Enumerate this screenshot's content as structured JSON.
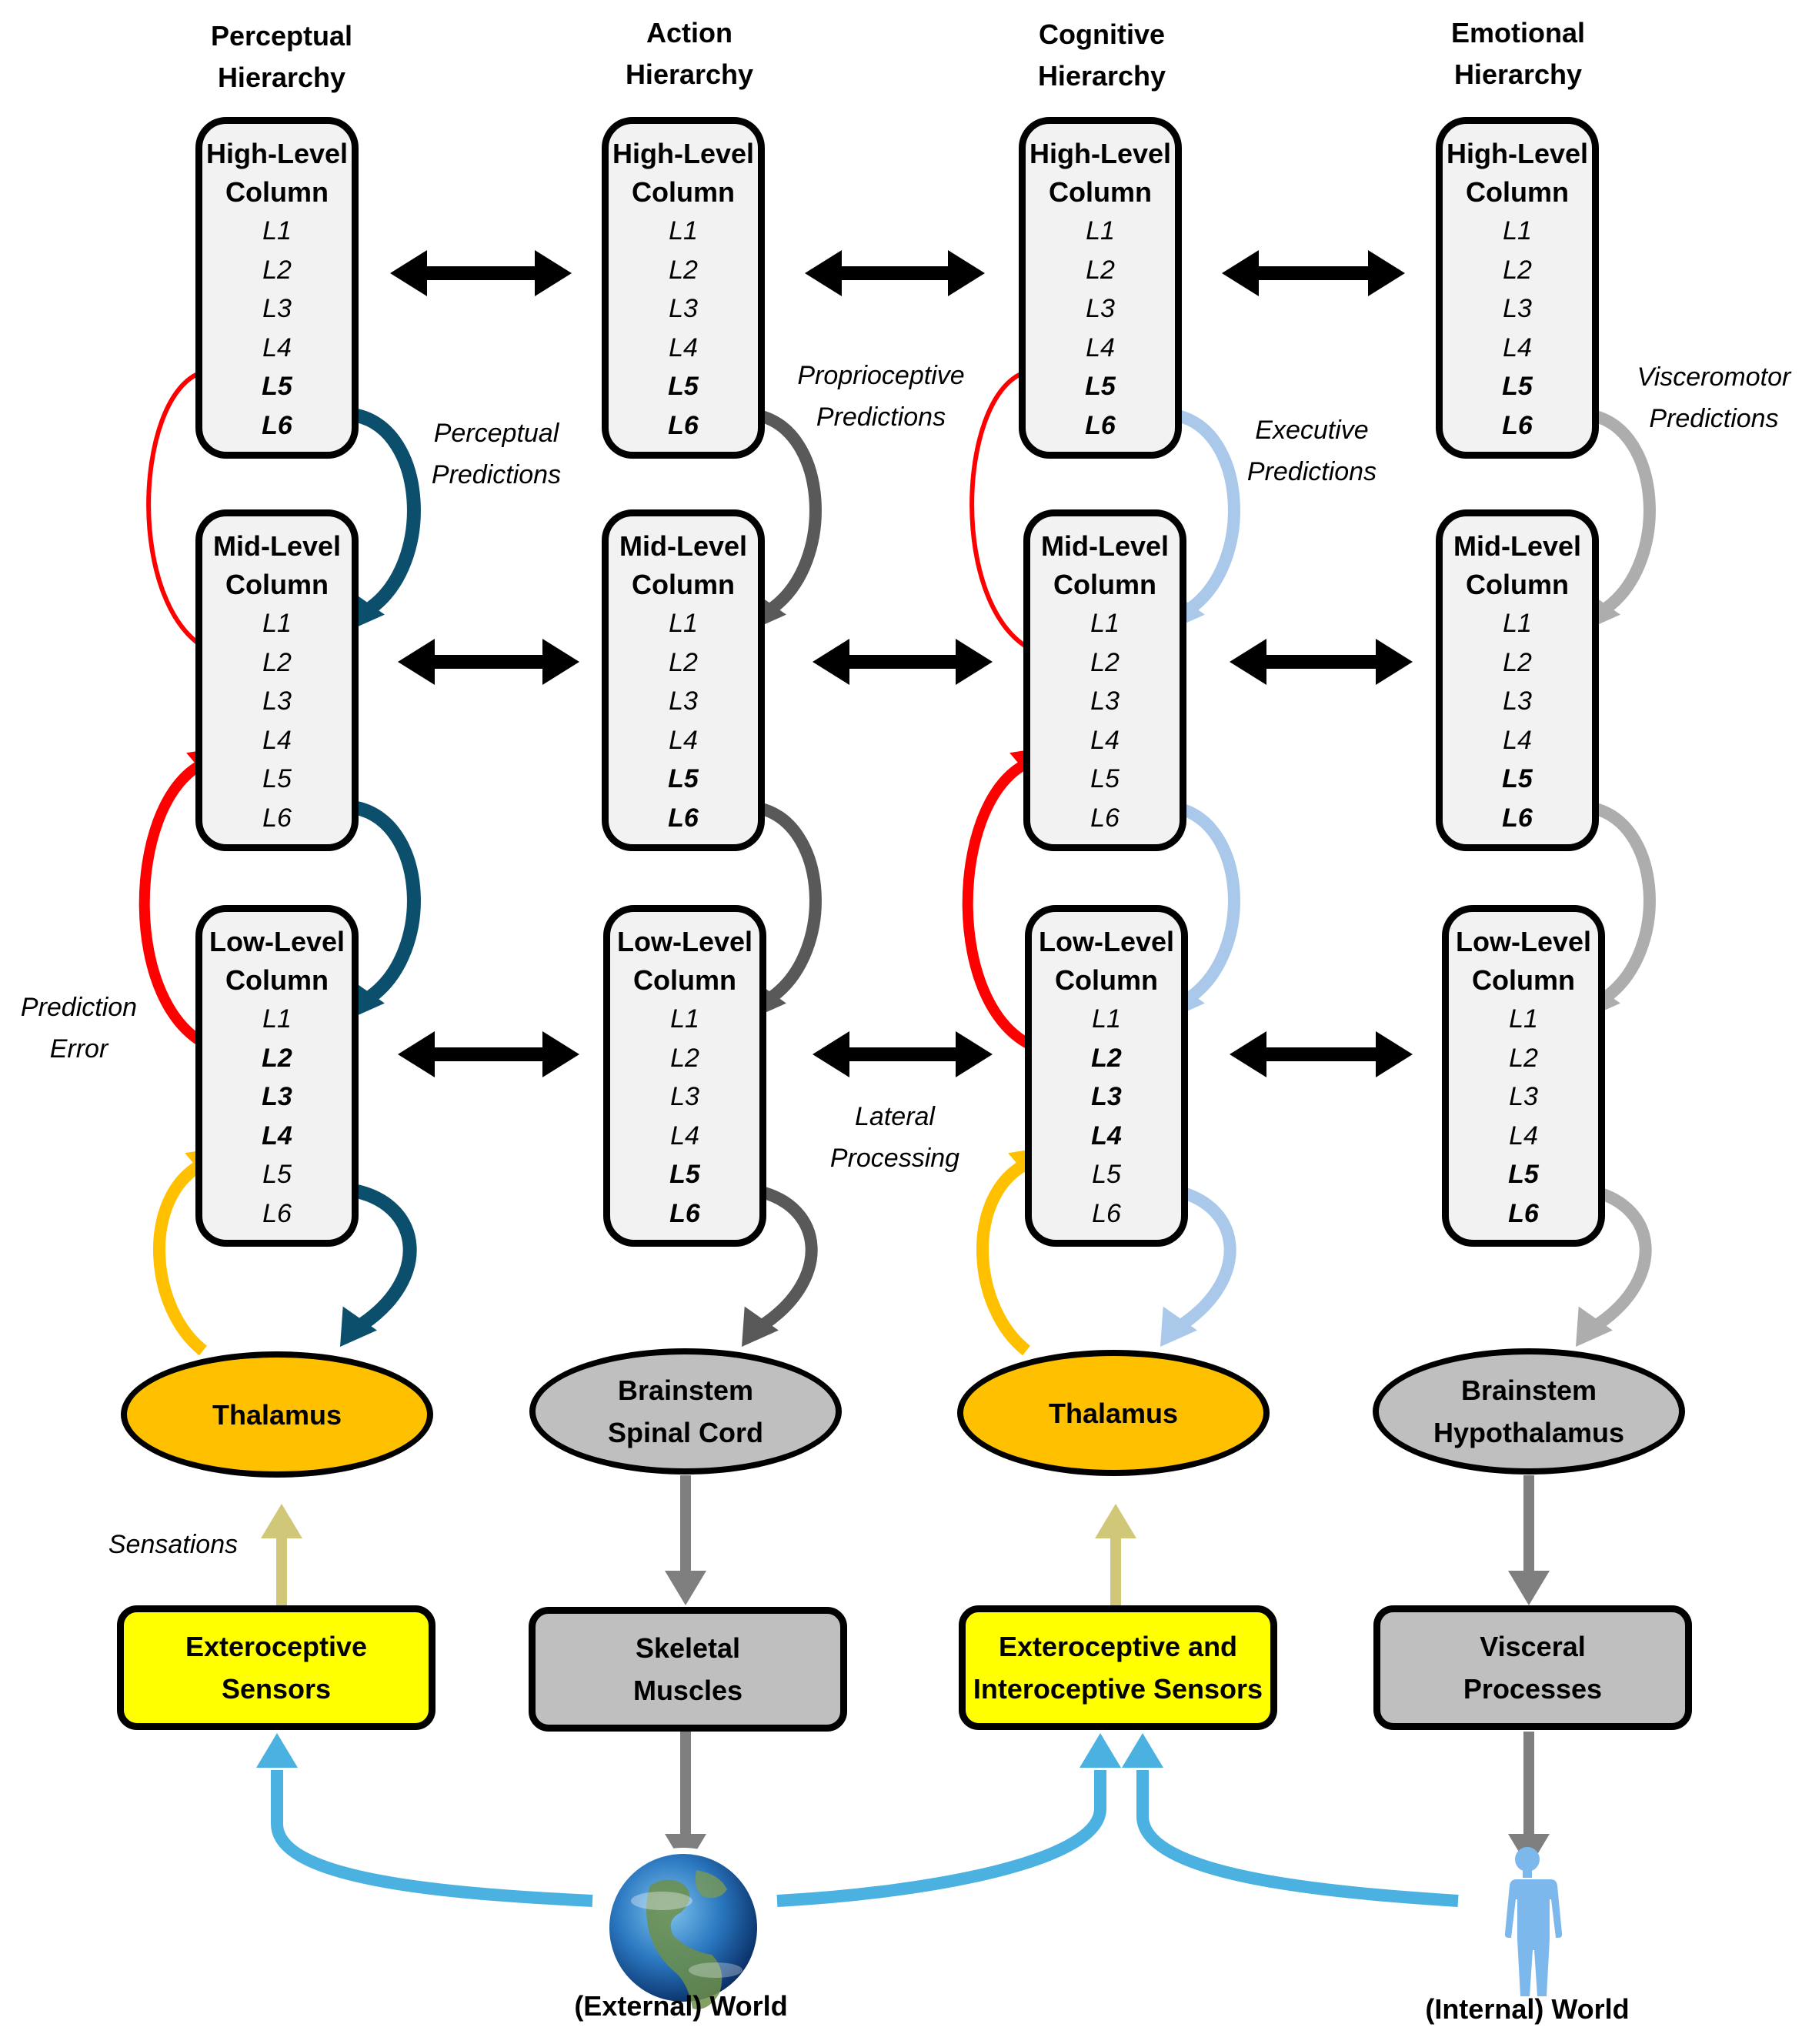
{
  "colors": {
    "perceptual_prediction": "#0b4f6c",
    "action_prediction": "#595959",
    "cognitive_prediction": "#a9c8ea",
    "emotional_prediction": "#adadad",
    "prediction_error": "#ff0000",
    "thalamic_input": "#ffc000",
    "sensation": "#d0c878",
    "world_input": "#4ab1e0",
    "motor_output": "#7f7f7f",
    "thalamus_fill": "#ffc000",
    "brainstem_fill": "#bfbfbf",
    "sensor_fill": "#ffff00",
    "effector_fill": "#bfbfbf",
    "column_fill": "#f2f2f2"
  },
  "hierarchies": [
    {
      "title_line1": "Perceptual",
      "title_line2": "Hierarchy",
      "columns": [
        {
          "title_line1": "High-Level",
          "title_line2": "Column",
          "layers": [
            {
              "label": "L1",
              "bold": false
            },
            {
              "label": "L2",
              "bold": false
            },
            {
              "label": "L3",
              "bold": false
            },
            {
              "label": "L4",
              "bold": false
            },
            {
              "label": "L5",
              "bold": true
            },
            {
              "label": "L6",
              "bold": true
            }
          ]
        },
        {
          "title_line1": "Mid-Level",
          "title_line2": "Column",
          "layers": [
            {
              "label": "L1",
              "bold": false
            },
            {
              "label": "L2",
              "bold": false
            },
            {
              "label": "L3",
              "bold": false
            },
            {
              "label": "L4",
              "bold": false
            },
            {
              "label": "L5",
              "bold": false
            },
            {
              "label": "L6",
              "bold": false
            }
          ]
        },
        {
          "title_line1": "Low-Level",
          "title_line2": "Column",
          "layers": [
            {
              "label": "L1",
              "bold": false
            },
            {
              "label": "L2",
              "bold": true
            },
            {
              "label": "L3",
              "bold": true
            },
            {
              "label": "L4",
              "bold": true
            },
            {
              "label": "L5",
              "bold": false
            },
            {
              "label": "L6",
              "bold": false
            }
          ]
        }
      ],
      "relay": {
        "line1": "Thalamus",
        "line2": ""
      },
      "periphery": {
        "line1": "Exteroceptive",
        "line2": "Sensors"
      }
    },
    {
      "title_line1": "Action",
      "title_line2": "Hierarchy",
      "columns": [
        {
          "title_line1": "High-Level",
          "title_line2": "Column",
          "layers": [
            {
              "label": "L1",
              "bold": false
            },
            {
              "label": "L2",
              "bold": false
            },
            {
              "label": "L3",
              "bold": false
            },
            {
              "label": "L4",
              "bold": false
            },
            {
              "label": "L5",
              "bold": true
            },
            {
              "label": "L6",
              "bold": true
            }
          ]
        },
        {
          "title_line1": "Mid-Level",
          "title_line2": "Column",
          "layers": [
            {
              "label": "L1",
              "bold": false
            },
            {
              "label": "L2",
              "bold": false
            },
            {
              "label": "L3",
              "bold": false
            },
            {
              "label": "L4",
              "bold": false
            },
            {
              "label": "L5",
              "bold": true
            },
            {
              "label": "L6",
              "bold": true
            }
          ]
        },
        {
          "title_line1": "Low-Level",
          "title_line2": "Column",
          "layers": [
            {
              "label": "L1",
              "bold": false
            },
            {
              "label": "L2",
              "bold": false
            },
            {
              "label": "L3",
              "bold": false
            },
            {
              "label": "L4",
              "bold": false
            },
            {
              "label": "L5",
              "bold": true
            },
            {
              "label": "L6",
              "bold": true
            }
          ]
        }
      ],
      "relay": {
        "line1": "Brainstem",
        "line2": "Spinal Cord"
      },
      "periphery": {
        "line1": "Skeletal",
        "line2": "Muscles"
      }
    },
    {
      "title_line1": "Cognitive",
      "title_line2": "Hierarchy",
      "columns": [
        {
          "title_line1": "High-Level",
          "title_line2": "Column",
          "layers": [
            {
              "label": "L1",
              "bold": false
            },
            {
              "label": "L2",
              "bold": false
            },
            {
              "label": "L3",
              "bold": false
            },
            {
              "label": "L4",
              "bold": false
            },
            {
              "label": "L5",
              "bold": true
            },
            {
              "label": "L6",
              "bold": true
            }
          ]
        },
        {
          "title_line1": "Mid-Level",
          "title_line2": "Column",
          "layers": [
            {
              "label": "L1",
              "bold": false
            },
            {
              "label": "L2",
              "bold": false
            },
            {
              "label": "L3",
              "bold": false
            },
            {
              "label": "L4",
              "bold": false
            },
            {
              "label": "L5",
              "bold": false
            },
            {
              "label": "L6",
              "bold": false
            }
          ]
        },
        {
          "title_line1": "Low-Level",
          "title_line2": "Column",
          "layers": [
            {
              "label": "L1",
              "bold": false
            },
            {
              "label": "L2",
              "bold": true
            },
            {
              "label": "L3",
              "bold": true
            },
            {
              "label": "L4",
              "bold": true
            },
            {
              "label": "L5",
              "bold": false
            },
            {
              "label": "L6",
              "bold": false
            }
          ]
        }
      ],
      "relay": {
        "line1": "Thalamus",
        "line2": ""
      },
      "periphery": {
        "line1": "Exteroceptive and",
        "line2": "Interoceptive Sensors"
      }
    },
    {
      "title_line1": "Emotional",
      "title_line2": "Hierarchy",
      "columns": [
        {
          "title_line1": "High-Level",
          "title_line2": "Column",
          "layers": [
            {
              "label": "L1",
              "bold": false
            },
            {
              "label": "L2",
              "bold": false
            },
            {
              "label": "L3",
              "bold": false
            },
            {
              "label": "L4",
              "bold": false
            },
            {
              "label": "L5",
              "bold": true
            },
            {
              "label": "L6",
              "bold": true
            }
          ]
        },
        {
          "title_line1": "Mid-Level",
          "title_line2": "Column",
          "layers": [
            {
              "label": "L1",
              "bold": false
            },
            {
              "label": "L2",
              "bold": false
            },
            {
              "label": "L3",
              "bold": false
            },
            {
              "label": "L4",
              "bold": false
            },
            {
              "label": "L5",
              "bold": true
            },
            {
              "label": "L6",
              "bold": true
            }
          ]
        },
        {
          "title_line1": "Low-Level",
          "title_line2": "Column",
          "layers": [
            {
              "label": "L1",
              "bold": false
            },
            {
              "label": "L2",
              "bold": false
            },
            {
              "label": "L3",
              "bold": false
            },
            {
              "label": "L4",
              "bold": false
            },
            {
              "label": "L5",
              "bold": true
            },
            {
              "label": "L6",
              "bold": true
            }
          ]
        }
      ],
      "relay": {
        "line1": "Brainstem",
        "line2": "Hypothalamus"
      },
      "periphery": {
        "line1": "Visceral",
        "line2": "Processes"
      }
    }
  ],
  "annotations": {
    "perceptual_predictions": [
      "Perceptual",
      "Predictions"
    ],
    "proprioceptive_predictions": [
      "Proprioceptive",
      "Predictions"
    ],
    "executive_predictions": [
      "Executive",
      "Predictions"
    ],
    "visceromotor_predictions": [
      "Visceromotor",
      "Predictions"
    ],
    "prediction_error": [
      "Prediction",
      "Error"
    ],
    "lateral_processing": [
      "Lateral",
      "Processing"
    ],
    "sensations": "Sensations"
  },
  "worlds": {
    "external": {
      "label": "(External) World",
      "icon": "globe-icon"
    },
    "internal": {
      "label": "(Internal) World",
      "icon": "human-body-icon"
    }
  }
}
